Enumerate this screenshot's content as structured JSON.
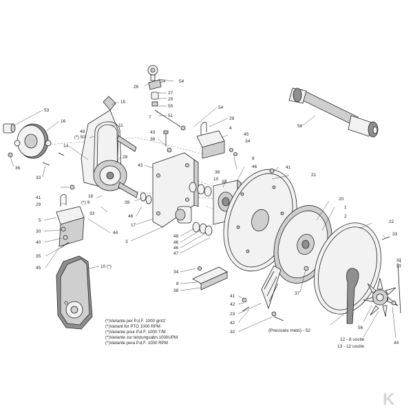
{
  "diagram": {
    "callouts": {
      "c53": "53",
      "c16": "16",
      "c36": "36",
      "c33a": "33",
      "c15": "15",
      "c11": "11",
      "c49": "49",
      "c50": "(*) 50",
      "c14": "14",
      "c28": "28",
      "c43a": "43",
      "c43b": "43",
      "c38a": "38",
      "c24": "24",
      "c54a": "54",
      "c26": "26",
      "c27": "27",
      "c25": "25",
      "c55": "55",
      "c7": "7",
      "c51": "51",
      "c54b": "54",
      "c29a": "29",
      "c4": "4",
      "c45a": "45",
      "c34a": "34",
      "c6": "6",
      "c46a": "46",
      "c38b": "38",
      "c10a": "10",
      "c39a": "39",
      "c41a": "41",
      "c21": "21",
      "c20": "20",
      "c1": "1",
      "c2": "2",
      "c22": "22",
      "c33b": "33",
      "c58": "58",
      "c41b": "41",
      "c29b": "29",
      "c18": "18",
      "c9": "(*) 9",
      "c33c": "33",
      "c39b": "39",
      "c46b": "46",
      "c17": "17",
      "c44a": "44",
      "c3": "3",
      "c5": "5",
      "c30": "30",
      "c40": "40",
      "c35": "35",
      "c45b": "45",
      "c48": "48",
      "c46c": "46",
      "c46d": "46",
      "c47": "47",
      "c10b": "10 (*)",
      "c34b": "34",
      "c8": "8",
      "c38c": "38",
      "c37": "37",
      "c41c": "41",
      "c42a": "42",
      "c23": "23",
      "c42b": "42",
      "c32": "32",
      "c56": "56",
      "c57": "57",
      "c31": "31",
      "c44b": "44",
      "c52": "(Precisare metri) - 52",
      "c12": "12 - 8 uscite",
      "c13": "13 - 12 uscite"
    },
    "variant_notes": [
      "(*)Variante per P.d.F. 1000 giri/1'",
      "(*)Variant for PTO 1000 RPM",
      "(*)Variante pour P.d.F. 1000 T/M",
      "(*)Variante zur leistungsabn.1000UPM",
      "(*)Variante pera P.d.F. 1000 RPM"
    ],
    "brand_mark": "K"
  }
}
